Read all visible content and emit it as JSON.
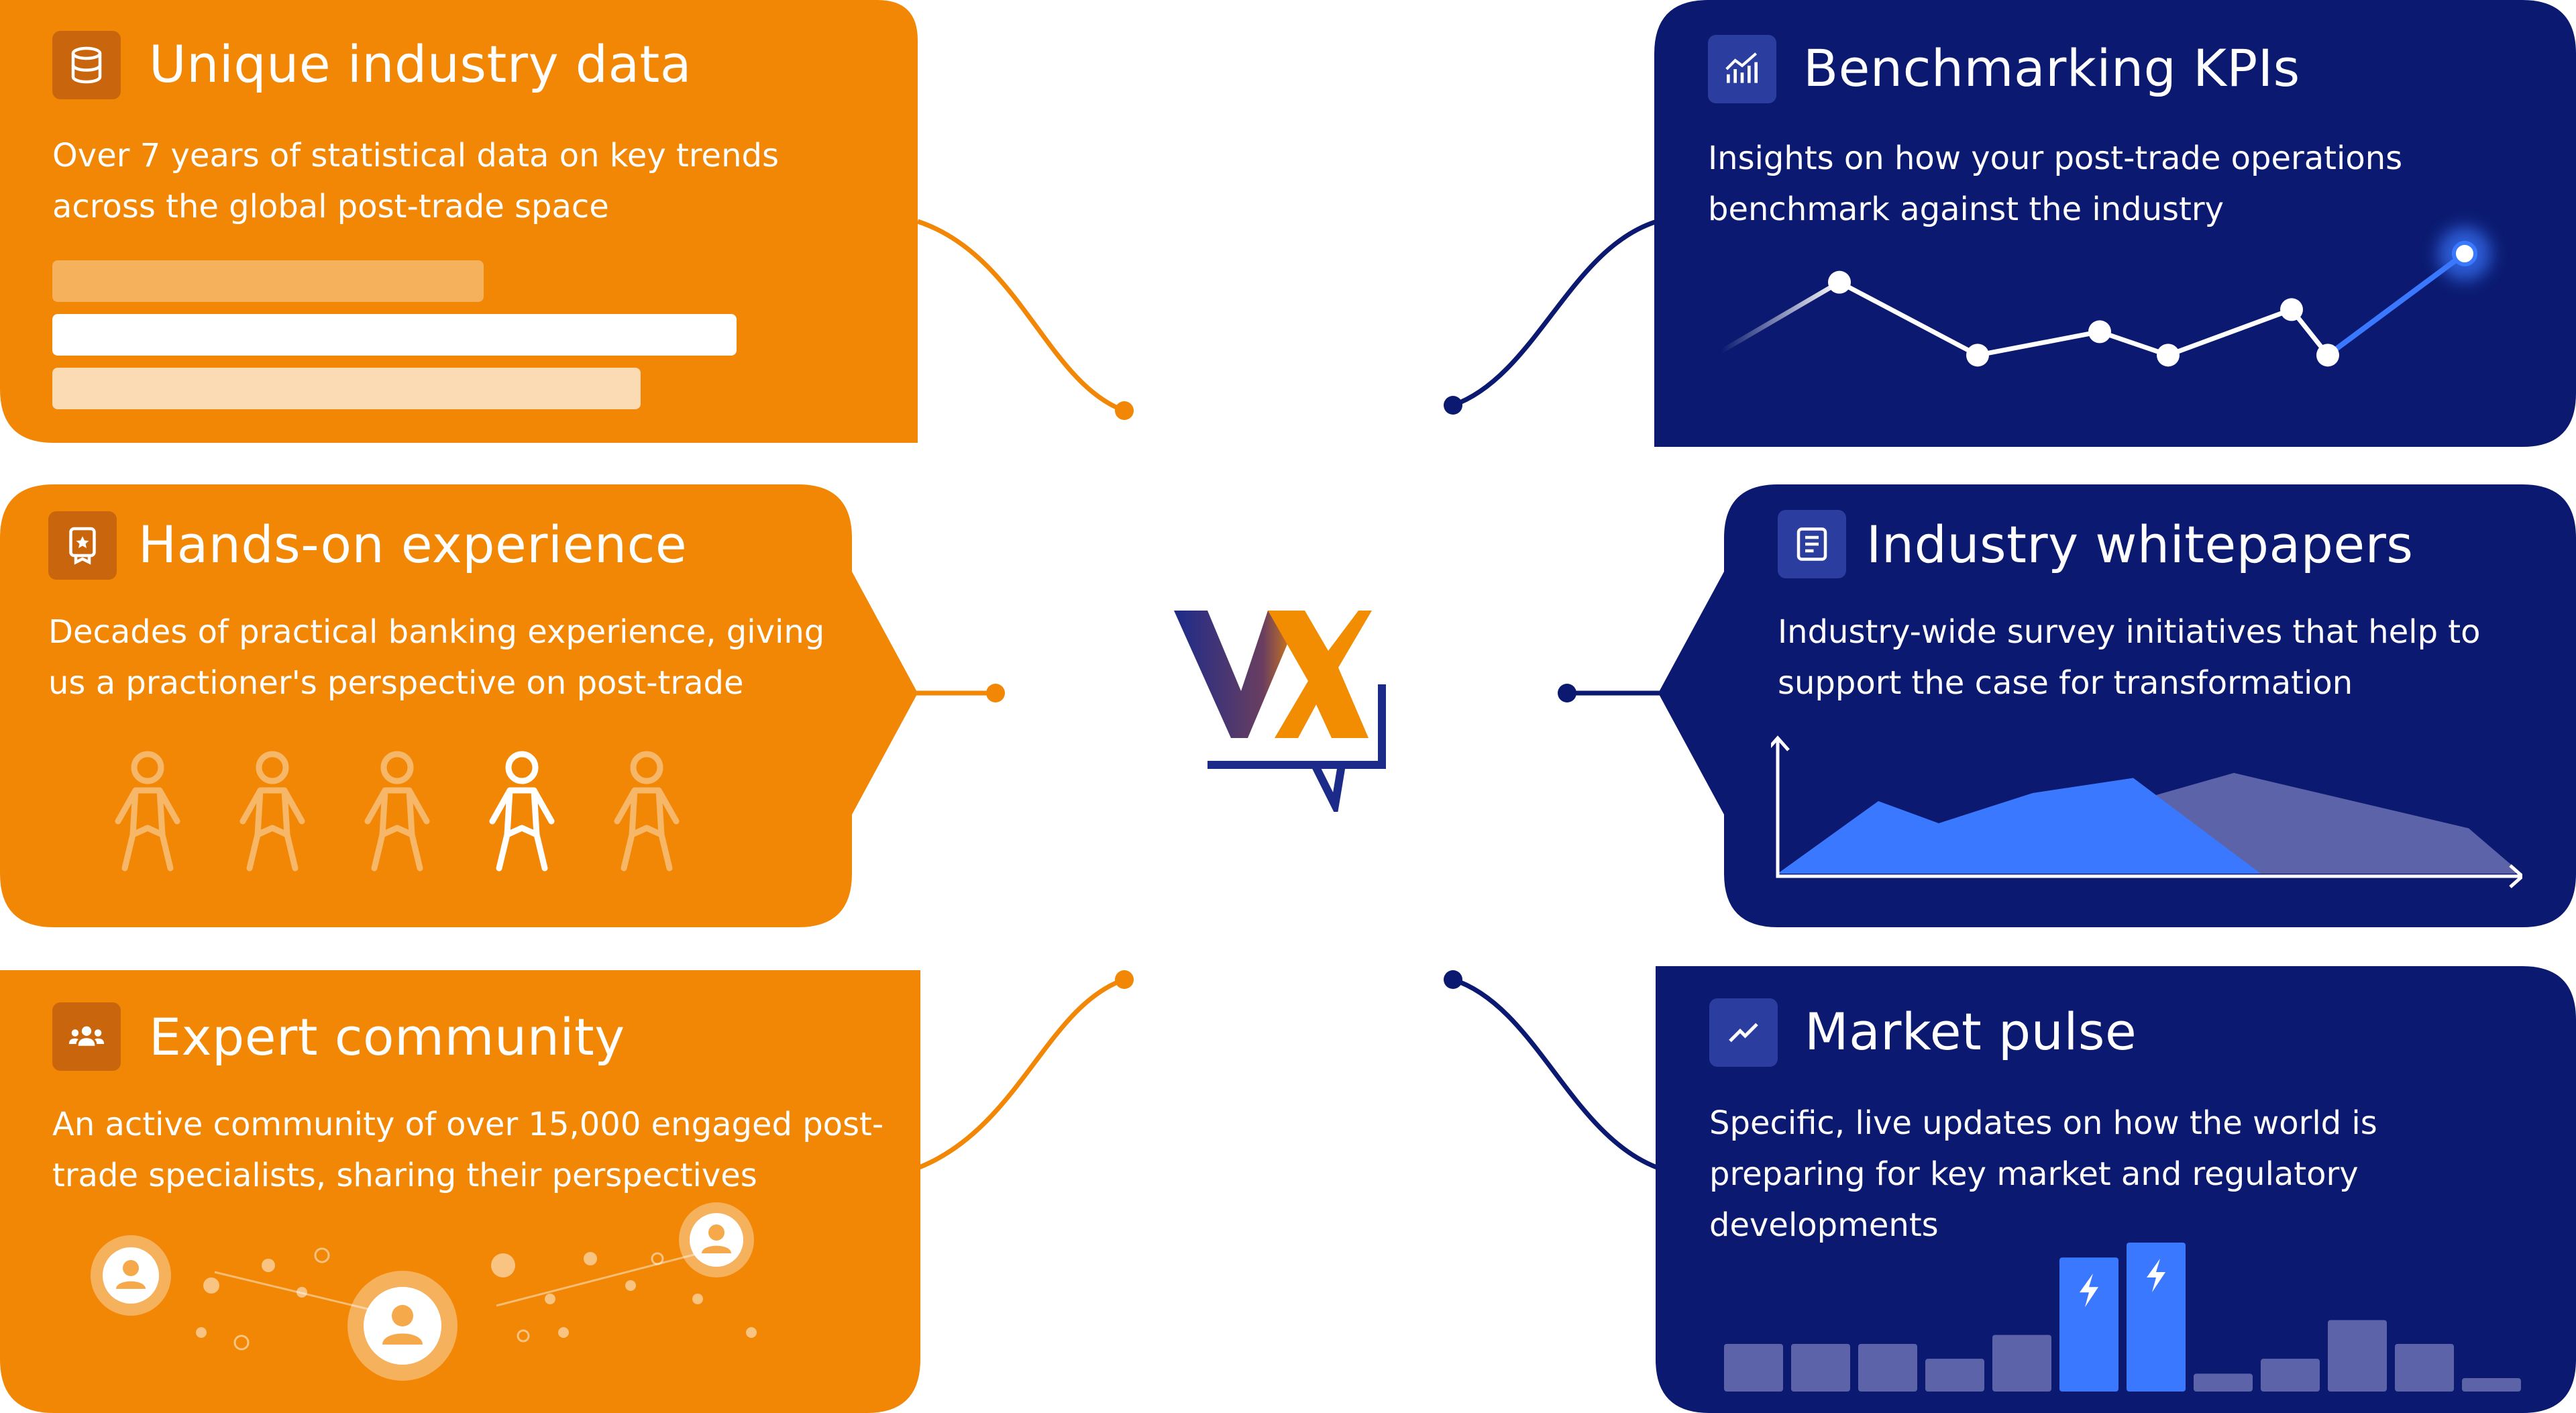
{
  "colors": {
    "orange": "#f28705",
    "navy": "#0b1a70",
    "accent_blue": "#3a78ff",
    "logo_orange": "#f28c00",
    "logo_navy": "#1c2b8a"
  },
  "cards": {
    "unique_data": {
      "icon": "database-icon",
      "title": "Unique industry data",
      "description": "Over 7 years of statistical data on key trends across the global post-trade space",
      "bars": [
        0.63,
        1.0,
        0.86
      ]
    },
    "hands_on": {
      "icon": "award-badge-icon",
      "title": "Hands-on experience",
      "description": "Decades of practical banking experience, giving us a practioner's perspective on post-trade",
      "people_count": 5,
      "highlighted_person": 4
    },
    "community": {
      "icon": "users-group-icon",
      "title": "Expert community",
      "description": "An active community of over 15,000 engaged post-trade specialists, sharing their perspectives"
    },
    "benchmarking": {
      "icon": "bar-chart-trend-icon",
      "title": "Benchmarking KPIs",
      "description": "Insights on how your post-trade operations benchmark against the industry",
      "sparkline": [
        0.25,
        0.78,
        0.22,
        0.4,
        0.22,
        0.57,
        0.22,
        1.0
      ]
    },
    "whitepapers": {
      "icon": "document-icon",
      "title": "Industry whitepapers",
      "description": "Industry-wide survey initiatives that help to support the case for transformation",
      "area_front": [
        0.0,
        0.72,
        0.5,
        0.8,
        0.95,
        0.0
      ],
      "area_back": [
        0.45,
        1.0,
        0.45,
        0.05
      ]
    },
    "market_pulse": {
      "icon": "trend-line-icon",
      "title": "Market pulse",
      "description": "Specific, live updates on how the world is preparing for key market and regulatory developments",
      "bars": [
        0.32,
        0.32,
        0.32,
        0.22,
        0.38,
        0.9,
        1.0,
        0.12,
        0.22,
        0.48,
        0.32,
        0.09
      ],
      "highlighted_bars": [
        5,
        6
      ]
    }
  },
  "logo": {
    "name": "vx-logo"
  }
}
